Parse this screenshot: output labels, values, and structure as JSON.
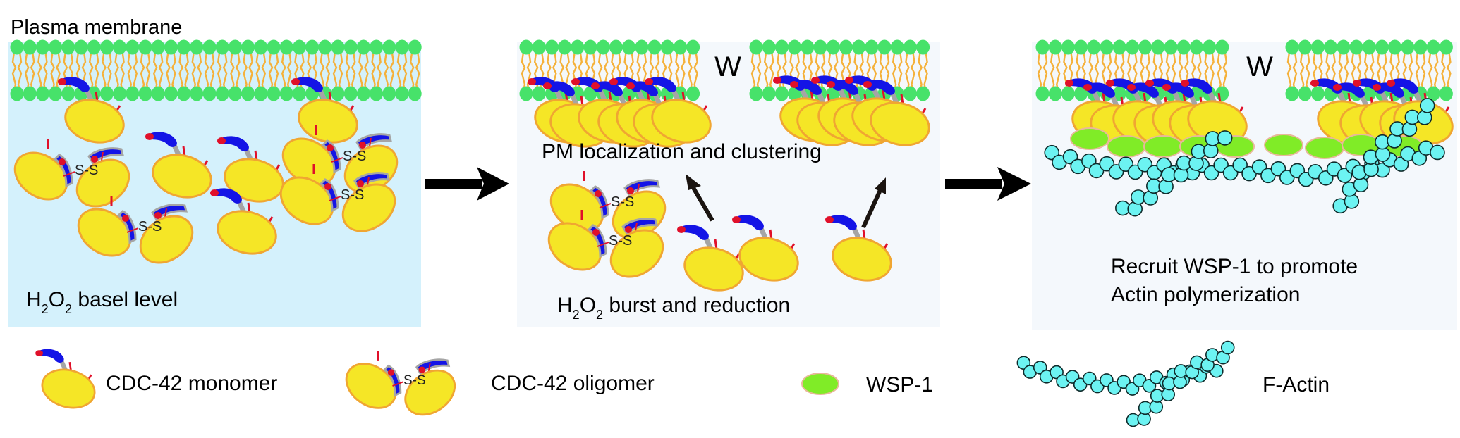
{
  "title": "Plasma membrane",
  "colors": {
    "panel1_bg": "#d4f1fc",
    "panel2_bg": "#f4f8fc",
    "panel3_bg": "#f4f8fc",
    "lipid_head": "#47e26a",
    "lipid_tail": "#f5b13a",
    "cdc42_body": "#f5e626",
    "cdc42_outline": "#f0a632",
    "cdc42_tail": "#1414e6",
    "cdc42_tip": "#e0102a",
    "linker": "#a5a5a5",
    "wsp1_fill": "#80ec27",
    "wsp1_outline": "#e8b89a",
    "actin_fill": "#6cf3f2",
    "actin_outline": "#0e2a2a",
    "arrow": "#000000"
  },
  "panels": [
    {
      "id": "basal",
      "caption_prefix": "H",
      "sub1": "2",
      "mid": "O",
      "sub2": "2",
      "caption_rest": " basel level",
      "gap_label": ""
    },
    {
      "id": "burst",
      "top_label": "PM localization and clustering",
      "caption_prefix": "H",
      "sub1": "2",
      "mid": "O",
      "sub2": "2",
      "caption_rest": " burst and reduction",
      "gap_label": "W"
    },
    {
      "id": "recruit",
      "caption_line1": "Recruit WSP-1 to promote",
      "caption_line2": "Actin polymerization",
      "gap_label": "W"
    }
  ],
  "bond_label": "S-S",
  "legend": [
    {
      "icon": "cdc42-monomer-icon",
      "label": "CDC-42 monomer"
    },
    {
      "icon": "cdc42-oligomer-icon",
      "label": "CDC-42 oligomer"
    },
    {
      "icon": "wsp1-icon",
      "label": "WSP-1"
    },
    {
      "icon": "f-actin-icon",
      "label": "F-Actin"
    }
  ]
}
